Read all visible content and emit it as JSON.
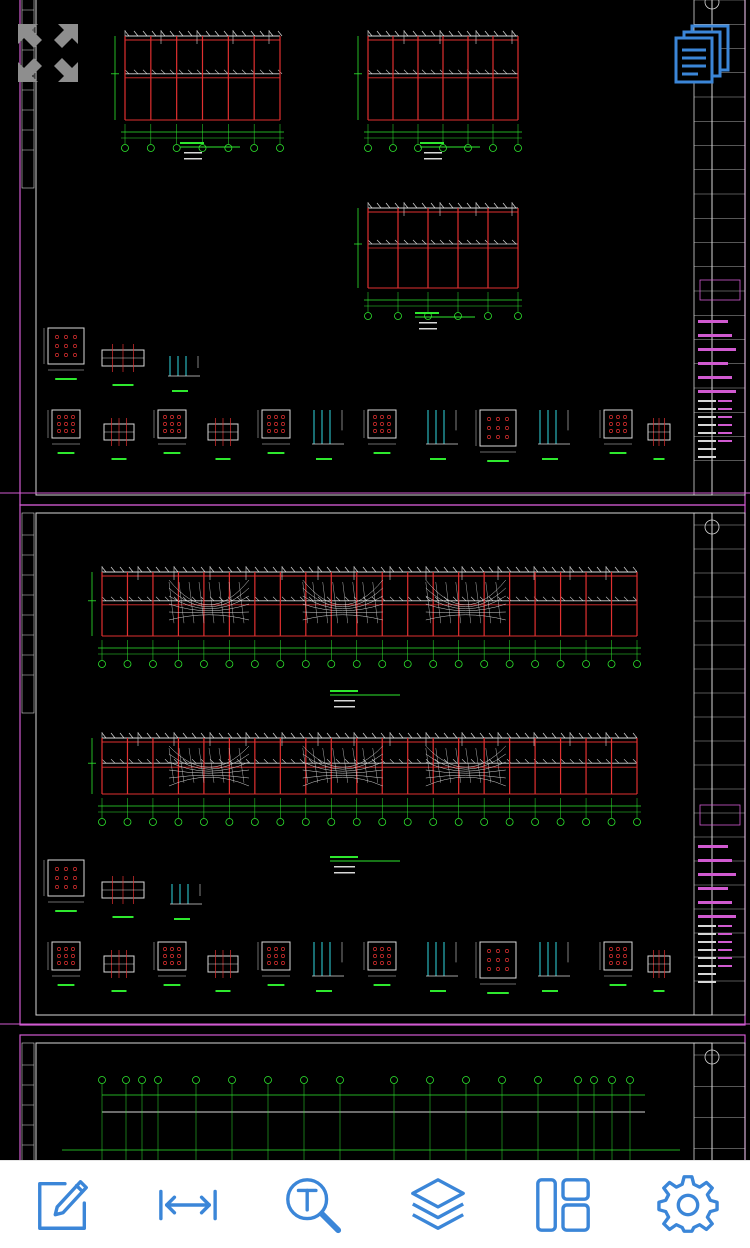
{
  "app": {
    "accent_color": "#3b86d8",
    "canvas_background": "#000000"
  },
  "overlay": {
    "fullscreen_icon": "expand-arrows-icon",
    "sheets_icon": "stacked-documents-icon"
  },
  "toolbar": {
    "items": [
      {
        "name": "edit-button",
        "icon": "pencil-edit-icon"
      },
      {
        "name": "measure-button",
        "icon": "measure-distance-icon"
      },
      {
        "name": "text-search-button",
        "icon": "text-search-icon"
      },
      {
        "name": "layers-button",
        "icon": "layers-icon"
      },
      {
        "name": "layout-button",
        "icon": "layout-panels-icon"
      },
      {
        "name": "settings-button",
        "icon": "gear-icon"
      }
    ]
  }
}
